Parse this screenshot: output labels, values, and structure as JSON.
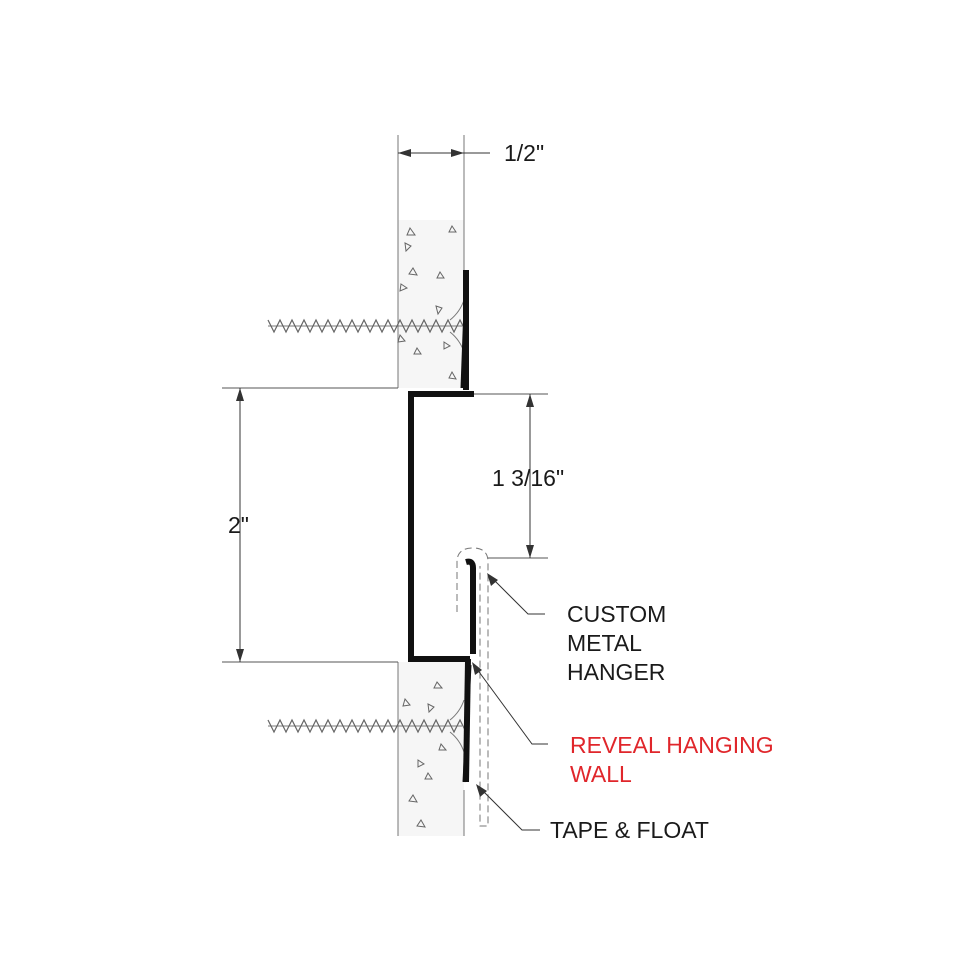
{
  "dimensions": {
    "board_thickness": "1/2\"",
    "reveal_depth": "1 3/16\"",
    "reveal_height": "2\""
  },
  "labels": {
    "hanger_line1": "CUSTOM",
    "hanger_line2": "METAL",
    "hanger_line3": "HANGER",
    "reveal_line1": "REVEAL HANGING",
    "reveal_line2": "WALL",
    "tape": "TAPE & FLOAT"
  },
  "colors": {
    "line": "#1a1a1a",
    "accent": "#e0262b",
    "board_fill": "#f4f4f4",
    "dim_line": "#555555"
  }
}
